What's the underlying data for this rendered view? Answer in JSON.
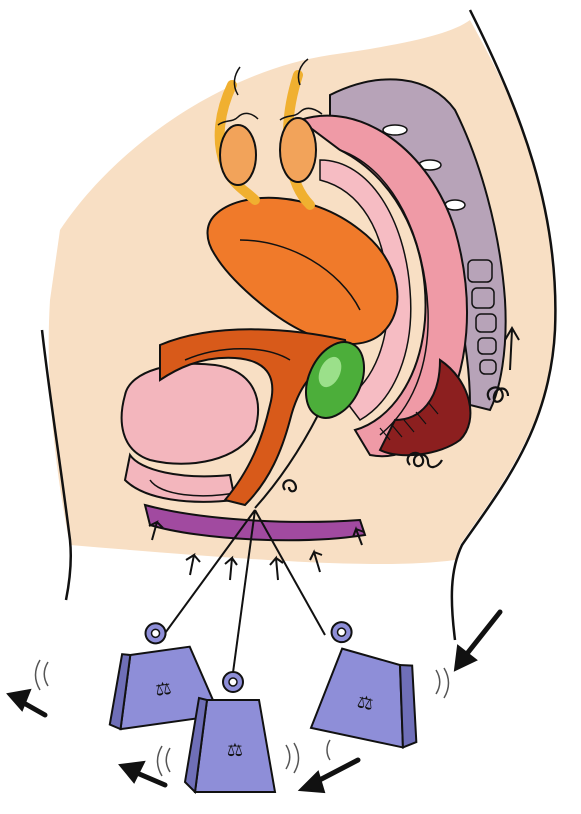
{
  "illustration": {
    "kind": "anatomical-drawing",
    "colors": {
      "skin": "#f8dfc4",
      "outline": "#111111",
      "uterus": "#f07a2a",
      "uterus_dark": "#d85a1a",
      "ovary": "#f2a35a",
      "tube": "#f0b030",
      "rectum_pink": "#ef9aa6",
      "rectum_light": "#f6bcc3",
      "sacrum": "#b7a3b8",
      "bladder": "#f3b6bd",
      "pelvic_floor": "#9b3a7e",
      "perineum_purple": "#a14aa0",
      "maroon": "#8c1f1f",
      "cone": "#4cae3a",
      "cone_highlight": "#9be08a",
      "weight": "#8e8ed8",
      "weight_dark": "#6f6fb8",
      "arrow": "#111111"
    },
    "weights": [
      {
        "id": "left",
        "icon": "weight-icon"
      },
      {
        "id": "center",
        "icon": "weight-icon"
      },
      {
        "id": "right",
        "icon": "weight-icon"
      }
    ],
    "labels": []
  }
}
